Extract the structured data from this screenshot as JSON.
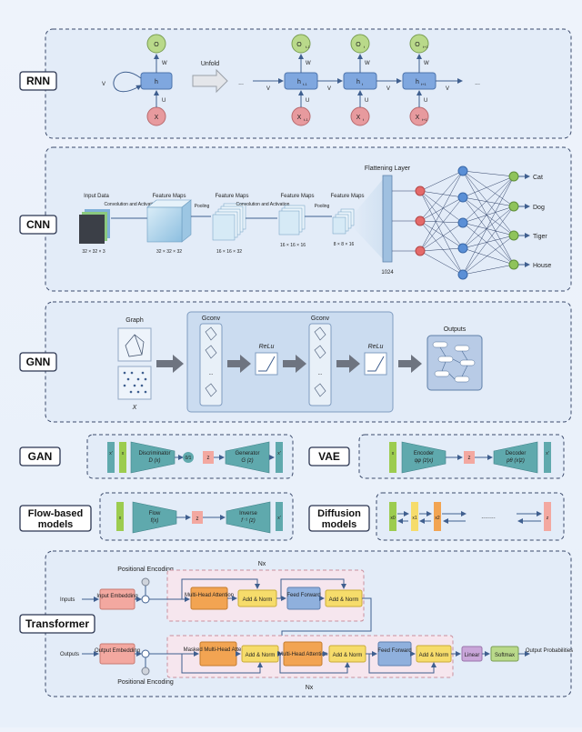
{
  "sections": {
    "rnn": {
      "tag": "RNN",
      "unfold": "Unfold",
      "ellipsis": "...",
      "folded": {
        "o": "O",
        "h": "h",
        "x": "X",
        "w": "W",
        "u": "U",
        "v": "V"
      },
      "cells": [
        {
          "o": "O",
          "o_sub": "t-1",
          "h": "h",
          "h_sub": "t-1",
          "x": "X",
          "x_sub": "t-1"
        },
        {
          "o": "O",
          "o_sub": "t",
          "h": "h",
          "h_sub": "t",
          "x": "X",
          "x_sub": "t"
        },
        {
          "o": "O",
          "o_sub": "t+1",
          "h": "h",
          "h_sub": "t+1",
          "x": "X",
          "x_sub": "t+1"
        }
      ]
    },
    "cnn": {
      "tag": "CNN",
      "input_label": "Input Data",
      "input_dim": "32 × 32 × 3",
      "conv1": "Convolution and Activation",
      "fm1": "Feature Maps",
      "fm1_dim": "32 × 32 × 32",
      "pool1": "Pooling",
      "fm2": "Feature Maps",
      "fm2_dim": "16 × 16 × 32",
      "conv2": "Convolution and Activation",
      "fm3": "Feature Maps",
      "fm3_dim": "16 × 16 × 16",
      "pool2": "Pooling",
      "fm4": "Feature Maps",
      "fm4_dim": "8 × 8 × 16",
      "flatten": "Flattening Layer",
      "flatten_dim": "1024",
      "outputs": [
        "Cat",
        "Dog",
        "Tiger",
        "House"
      ]
    },
    "gnn": {
      "tag": "GNN",
      "graph": "Graph",
      "x_label": "X",
      "gconv1": "Gconv",
      "gconv2": "Gconv",
      "relu1": "ReLu",
      "relu2": "ReLu",
      "dots": "...",
      "outputs": "Outputs"
    },
    "gan": {
      "tag": "GAN",
      "x1": "x'",
      "x2": "x",
      "disc": "Discriminator",
      "disc_f": "D (x)",
      "bin": "0/1",
      "z": "z",
      "gen": "Generator",
      "gen_f": "G (z)",
      "x3": "x'"
    },
    "vae": {
      "tag": "VAE",
      "x": "x",
      "enc": "Encoder",
      "enc_f": "qφ (z|x)",
      "z": "z",
      "dec": "Decoder",
      "dec_f": "pθ (x|z)",
      "x_out": "x'"
    },
    "flow": {
      "tag_line1": "Flow-based",
      "tag_line2": "models",
      "x": "x",
      "flow": "Flow",
      "flow_f": "f(x)",
      "z": "z",
      "inv": "Inverse",
      "inv_f": "f⁻¹ (z)",
      "x_out": "x'"
    },
    "diffusion": {
      "tag_line1": "Diffusion",
      "tag_line2": "models",
      "x0": "x0",
      "x1": "x1",
      "x2": "x2",
      "dots": "........",
      "z": "z"
    },
    "transformer": {
      "tag": "Transformer",
      "pos_enc_top": "Positional Encoding",
      "pos_enc_bottom": "Positional Encoding",
      "nx_top": "Nx",
      "nx_bottom": "Nx",
      "inputs": "Inputs",
      "input_emb": "Input Embedding",
      "mha": "Multi-Head Attention",
      "addnorm": "Add & Norm",
      "ff": "Feed Forward",
      "outputs": "Outputs",
      "output_emb": "Output Embedding",
      "masked_mha": "Masked Multi-Head Attention",
      "linear": "Linear",
      "softmax": "Softmax",
      "out_prob": "Output Probabilities"
    }
  },
  "colors": {
    "panel_bg": "#dbe7f6",
    "node_green": "#b9d98a",
    "node_red": "#e79a9e",
    "node_blue": "#7fa7df",
    "teal": "#5fa9ad",
    "green_bar": "#9ccc4f",
    "pink_box": "#f3a8a0",
    "yellow": "#f6dc6b",
    "orange": "#f2a452",
    "purple": "#c9a6d9"
  }
}
